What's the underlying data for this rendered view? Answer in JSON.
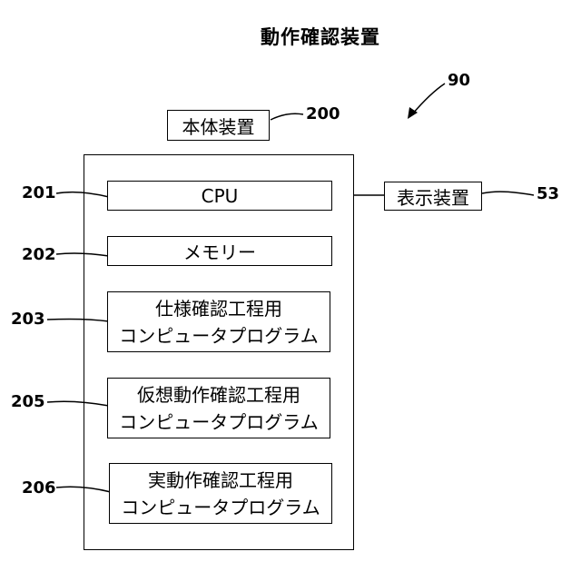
{
  "title": "動作確認装置",
  "system_ref": "90",
  "main_unit": {
    "label": "本体装置",
    "ref": "200"
  },
  "display_unit": {
    "label": "表示装置",
    "ref": "53"
  },
  "components": [
    {
      "ref": "201",
      "lines": [
        "CPU"
      ]
    },
    {
      "ref": "202",
      "lines": [
        "メモリー"
      ]
    },
    {
      "ref": "203",
      "lines": [
        "仕様確認工程用",
        "コンピュータプログラム"
      ]
    },
    {
      "ref": "205",
      "lines": [
        "仮想動作確認工程用",
        "コンピュータプログラム"
      ]
    },
    {
      "ref": "206",
      "lines": [
        "実動作確認工程用",
        "コンピュータプログラム"
      ]
    }
  ]
}
